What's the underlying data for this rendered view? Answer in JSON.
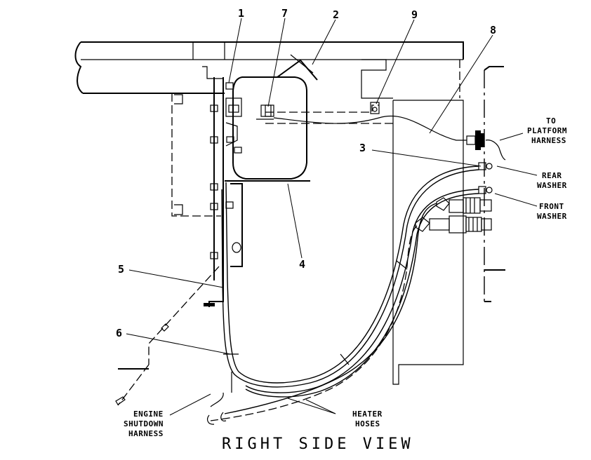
{
  "callouts": {
    "c1": "1",
    "c2": "2",
    "c3": "3",
    "c4": "4",
    "c5": "5",
    "c6": "6",
    "c7": "7",
    "c8": "8",
    "c9": "9"
  },
  "labels": {
    "to_platform_harness": [
      "TO",
      "PLATFORM",
      "HARNESS"
    ],
    "rear_washer": [
      "REAR",
      "WASHER"
    ],
    "front_washer": [
      "FRONT",
      "WASHER"
    ],
    "heater_hoses": [
      "HEATER",
      "HOSES"
    ],
    "engine_shutdown_harness": [
      "ENGINE",
      "SHUTDOWN",
      "HARNESS"
    ]
  },
  "title": "RIGHT SIDE VIEW"
}
